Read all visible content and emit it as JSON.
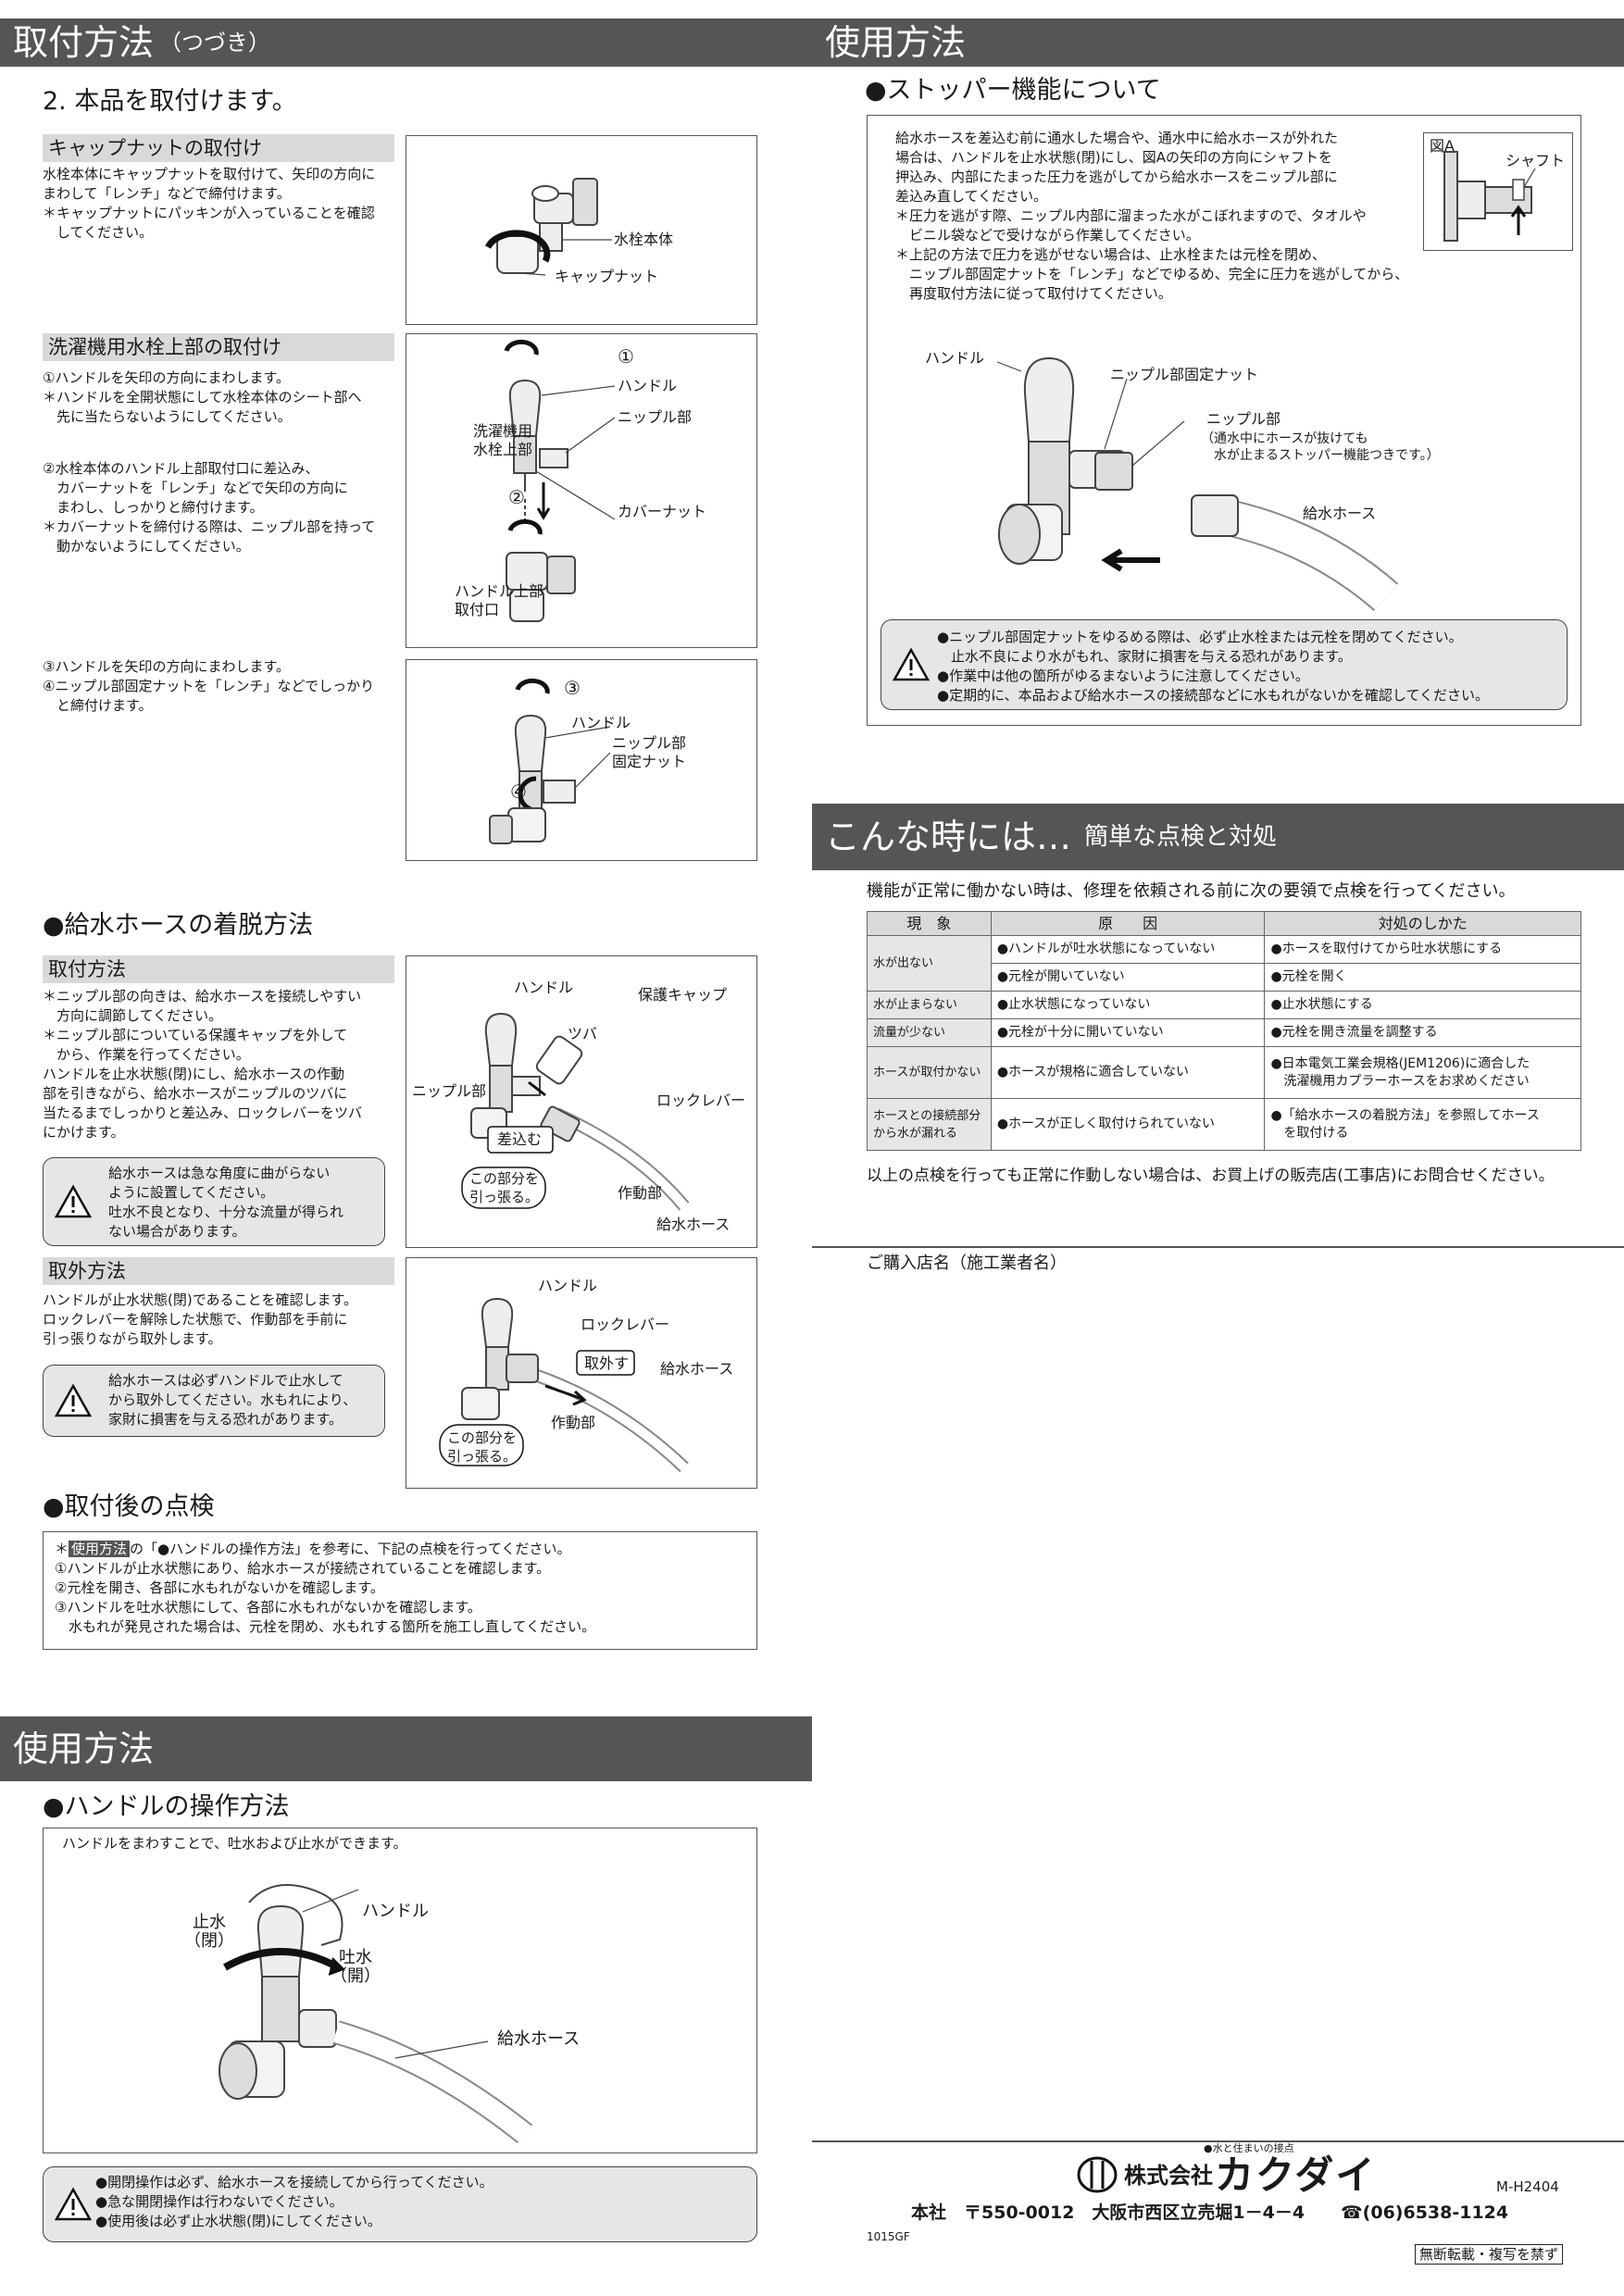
{
  "left_header": {
    "title": "取付方法",
    "sub": "（つづき）"
  },
  "step2": {
    "heading": "2. 本品を取付けます。"
  },
  "cap_nut": {
    "bar": "キャップナットの取付け",
    "text": "水栓本体にキャップナットを取付けて、矢印の方向に\nまわして「レンチ」などで締付けます。\n＊キャップナットにパッキンが入っていることを確認\n　してください。",
    "labels": {
      "body": "水栓本体",
      "nut": "キャップナット"
    }
  },
  "washer_top": {
    "bar": "洗濯機用水栓上部の取付け",
    "text1": "①ハンドルを矢印の方向にまわします。\n＊ハンドルを全開状態にして水栓本体のシート部へ\n　先に当たらないようにしてください。",
    "text2": "②水栓本体のハンドル上部取付口に差込み、\n　カバーナットを「レンチ」などで矢印の方向に\n　まわし、しっかりと締付けます。\n＊カバーナットを締付ける際は、ニップル部を持って\n　動かないようにしてください。",
    "text3": "③ハンドルを矢印の方向にまわします。\n④ニップル部固定ナットを「レンチ」などでしっかり\n　と締付けます。",
    "labels": {
      "n1": "①",
      "handle": "ハンドル",
      "nipple": "ニップル部",
      "upper": "洗濯機用\n水栓上部",
      "n2": "②",
      "cover": "カバーナット",
      "mount": "ハンドル上部\n取付口",
      "n3": "③",
      "handle2": "ハンドル",
      "fixnut": "ニップル部\n固定ナット",
      "n4": "④"
    }
  },
  "hose": {
    "heading": "●給水ホースの着脱方法",
    "attach_bar": "取付方法",
    "attach_text": "＊ニップル部の向きは、給水ホースを接続しやすい\n　方向に調節してください。\n＊ニップル部についている保護キャップを外して\n　から、作業を行ってください。\nハンドルを止水状態(閉)にし、給水ホースの作動\n部を引きながら、給水ホースがニップルのツバに\n当たるまでしっかりと差込み、ロックレバーをツバ\nにかけます。",
    "attach_warn": "給水ホースは急な角度に曲がらない\nように設置してください。\n吐水不良となり、十分な流量が得られ\nない場合があります。",
    "attach_labels": {
      "handle": "ハンドル",
      "cap": "保護キャップ",
      "tsuba": "ツバ",
      "nipple": "ニップル部",
      "lever": "ロックレバー",
      "insert": "差込む",
      "pull": "この部分を\n引っ張る。",
      "action": "作動部",
      "hose": "給水ホース"
    },
    "remove_bar": "取外方法",
    "remove_text": "ハンドルが止水状態(閉)であることを確認します。\nロックレバーを解除した状態で、作動部を手前に\n引っ張りながら取外します。",
    "remove_warn": "給水ホースは必ずハンドルで止水して\nから取外してください。水もれにより、\n家財に損害を与える恐れがあります。",
    "remove_labels": {
      "handle": "ハンドル",
      "lever": "ロックレバー",
      "remove": "取外す",
      "hose": "給水ホース",
      "action": "作動部",
      "pull": "この部分を\n引っ張る。"
    }
  },
  "check": {
    "heading": "●取付後の点検",
    "ref_prefix": "＊",
    "ref_tag": "使用方法",
    "ref_rest": "の「●ハンドルの操作方法」を参考に、下記の点検を行ってください。",
    "lines": "①ハンドルが止水状態にあり、給水ホースが接続されていることを確認します。\n②元栓を開き、各部に水もれがないかを確認します。\n③ハンドルを吐水状態にして、各部に水もれがないかを確認します。\n　水もれが発見された場合は、元栓を閉め、水もれする箇所を施工し直してください。"
  },
  "usage_left": {
    "title": "使用方法",
    "heading": "●ハンドルの操作方法",
    "intro": "ハンドルをまわすことで、吐水および止水ができます。",
    "labels": {
      "stop": "止水\n（閉）",
      "handle": "ハンドル",
      "open": "吐水\n（開）",
      "hose": "給水ホース"
    },
    "warn": "●開閉操作は必ず、給水ホースを接続してから行ってください。\n●急な開閉操作は行わないでください。\n●使用後は必ず止水状態(閉)にしてください。"
  },
  "usage_right": {
    "title": "使用方法",
    "heading": "●ストッパー機能について",
    "text": "給水ホースを差込む前に通水した場合や、通水中に給水ホースが外れた\n場合は、ハンドルを止水状態(閉)にし、図Aの矢印の方向にシャフトを\n押込み、内部にたまった圧力を逃がしてから給水ホースをニップル部に\n差込み直してください。\n＊圧力を逃がす際、ニップル内部に溜まった水がこぼれますので、タオルや\n　ビニル袋などで受けながら作業してください。\n＊上記の方法で圧力を逃がせない場合は、止水栓または元栓を閉め、\n　ニップル部固定ナットを「レンチ」などでゆるめ、完全に圧力を逃がしてから、\n　再度取付方法に従って取付けてください。",
    "figA": "図A",
    "shaft": "シャフト",
    "labels": {
      "handle": "ハンドル",
      "fixnut": "ニップル部固定ナット",
      "nipple": "ニップル部",
      "nipple_note": "（通水中にホースが抜けても\n　水が止まるストッパー機能つきです。）",
      "hose": "給水ホース"
    },
    "warn": "●ニップル部固定ナットをゆるめる際は、必ず止水栓または元栓を閉めてください。\n　止水不良により水がもれ、家財に損害を与える恐れがあります。\n●作業中は他の箇所がゆるまないように注意してください。\n●定期的に、本品および給水ホースの接続部などに水もれがないかを確認してください。"
  },
  "trouble": {
    "title": "こんな時には…",
    "sub": "簡単な点検と対処",
    "intro": "機能が正常に働かない時は、修理を依頼される前に次の要領で点検を行ってください。",
    "headers": [
      "現　象",
      "原　　因",
      "対処のしかた"
    ],
    "rows": [
      {
        "symptom": "水が出ない",
        "cause": "●ハンドルが吐水状態になっていない",
        "fix": "●ホースを取付けてから吐水状態にする"
      },
      {
        "symptom": "",
        "cause": "●元栓が開いていない",
        "fix": "●元栓を開く"
      },
      {
        "symptom": "水が止まらない",
        "cause": "●止水状態になっていない",
        "fix": "●止水状態にする"
      },
      {
        "symptom": "流量が少ない",
        "cause": "●元栓が十分に開いていない",
        "fix": "●元栓を開き流量を調整する"
      },
      {
        "symptom": "ホースが取付かない",
        "cause": "●ホースが規格に適合していない",
        "fix": "●日本電気工業会規格(JEM1206)に適合した\n　洗濯機用カプラーホースをお求めください"
      },
      {
        "symptom": "ホースとの接続部分\nから水が漏れる",
        "cause": "●ホースが正しく取付けられていない",
        "fix": "●「給水ホースの着脱方法」を参照してホース\n　を取付ける"
      }
    ],
    "footer": "以上の点検を行っても正常に作動しない場合は、お買上げの販売店(工事店)にお問合せください。"
  },
  "purchase": {
    "label": "ご購入店名（施工業者名）"
  },
  "company": {
    "tagline": "●水と住まいの接点",
    "kabu": "株式会社",
    "name": "カクダイ",
    "address": "本社　〒550-0012　大阪市西区立売堀1－4－4",
    "phone": "☎(06)6538-1124",
    "model": "M-H2404",
    "code": "1015GF",
    "notice": "無断転載・複写を禁ず"
  }
}
